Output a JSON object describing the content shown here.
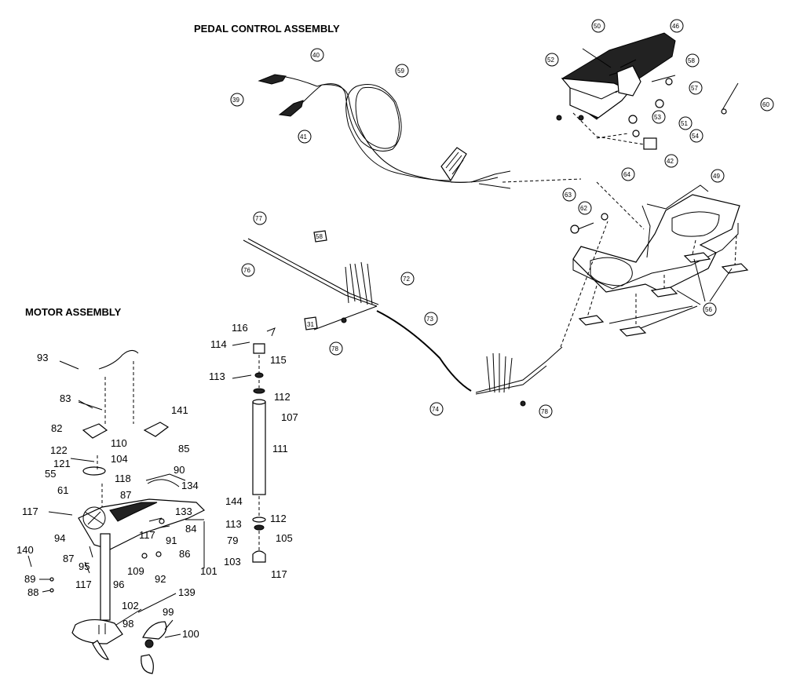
{
  "titles": {
    "pedal": "PEDAL CONTROL ASSEMBLY",
    "motor": "MOTOR ASSEMBLY"
  },
  "motor_labels": [
    "93",
    "83",
    "82",
    "141",
    "122",
    "110",
    "104",
    "121",
    "85",
    "55",
    "118",
    "90",
    "134",
    "61",
    "87",
    "133",
    "117",
    "84",
    "94",
    "117",
    "91",
    "86",
    "140",
    "87",
    "95",
    "109",
    "92",
    "101",
    "89",
    "117",
    "96",
    "88",
    "139",
    "102",
    "98",
    "99",
    "100",
    "116",
    "114",
    "115",
    "113",
    "112",
    "107",
    "111",
    "144",
    "113",
    "112",
    "79",
    "105",
    "103",
    "117"
  ],
  "pedal_callouts": [
    "40",
    "39",
    "41",
    "59",
    "50",
    "46",
    "58",
    "52",
    "57",
    "53",
    "51",
    "54",
    "60",
    "42",
    "64",
    "63",
    "62",
    "49",
    "77",
    "76",
    "72",
    "73",
    "78",
    "74",
    "78",
    "56"
  ],
  "small_labels": {
    "pedal_box_tag": "58",
    "part_box_tag": "31"
  }
}
